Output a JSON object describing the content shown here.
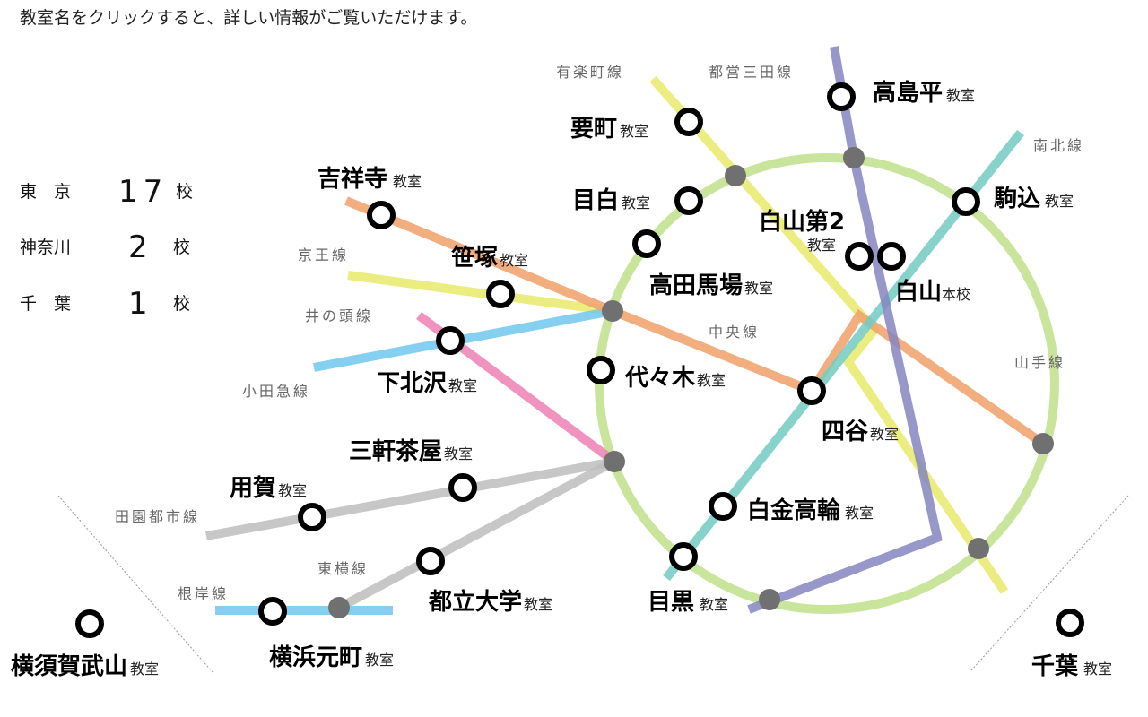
{
  "intro": "教室名をクリックすると、詳しい情報がご覧いただけます。",
  "legend": [
    {
      "region": "東　京",
      "count": "17",
      "unit": "校"
    },
    {
      "region": "神奈川",
      "count": "2",
      "unit": "校"
    },
    {
      "region": "千　葉",
      "count": "1",
      "unit": "校"
    }
  ],
  "lines": {
    "yurakucho": {
      "name": "有楽町線",
      "color": "#e8ea6a"
    },
    "mita": {
      "name": "都営三田線",
      "color": "#8585c0"
    },
    "namboku": {
      "name": "南北線",
      "color": "#72cbc3"
    },
    "keio": {
      "name": "京王線",
      "color": "#e8ea6a"
    },
    "inokashira": {
      "name": "井の頭線",
      "color": "#ee80b4"
    },
    "odakyu": {
      "name": "小田急線",
      "color": "#70c8ef"
    },
    "chuo": {
      "name": "中央線",
      "color": "#f0a068"
    },
    "yamanote": {
      "name": "山手線",
      "color": "#bfe08a"
    },
    "denentoshi": {
      "name": "田園都市線",
      "color": "#bdbdbd"
    },
    "toyoko": {
      "name": "東横線",
      "color": "#bdbdbd"
    },
    "negishi": {
      "name": "根岸線",
      "color": "#70c8ef"
    }
  },
  "stations": {
    "takashimadaira": {
      "name": "高島平",
      "suffix": "教室"
    },
    "kanamecho": {
      "name": "要町",
      "suffix": "教室"
    },
    "kichijoji": {
      "name": "吉祥寺",
      "suffix": "教室"
    },
    "mejiro": {
      "name": "目白",
      "suffix": "教室"
    },
    "komagome": {
      "name": "駒込",
      "suffix": "教室"
    },
    "hakusan2": {
      "name": "白山第2",
      "suffix": "教室"
    },
    "takadanobaba": {
      "name": "高田馬場",
      "suffix": "教室"
    },
    "hakusan": {
      "name": "白山",
      "suffix": "本校"
    },
    "sasazuka": {
      "name": "笹塚",
      "suffix": "教室"
    },
    "shimokitazawa": {
      "name": "下北沢",
      "suffix": "教室"
    },
    "yoyogi": {
      "name": "代々木",
      "suffix": "教室"
    },
    "yotsuya": {
      "name": "四谷",
      "suffix": "教室"
    },
    "sangenjaya": {
      "name": "三軒茶屋",
      "suffix": "教室"
    },
    "yoga": {
      "name": "用賀",
      "suffix": "教室"
    },
    "shirokanetakanawa": {
      "name": "白金高輪",
      "suffix": "教室"
    },
    "toritsudaigaku": {
      "name": "都立大学",
      "suffix": "教室"
    },
    "meguro": {
      "name": "目黒",
      "suffix": "教室"
    },
    "yokohamamotomachi": {
      "name": "横浜元町",
      "suffix": "教室"
    },
    "yokosukatakeyama": {
      "name": "横須賀武山",
      "suffix": "教室"
    },
    "chiba": {
      "name": "千葉",
      "suffix": "教室"
    }
  }
}
